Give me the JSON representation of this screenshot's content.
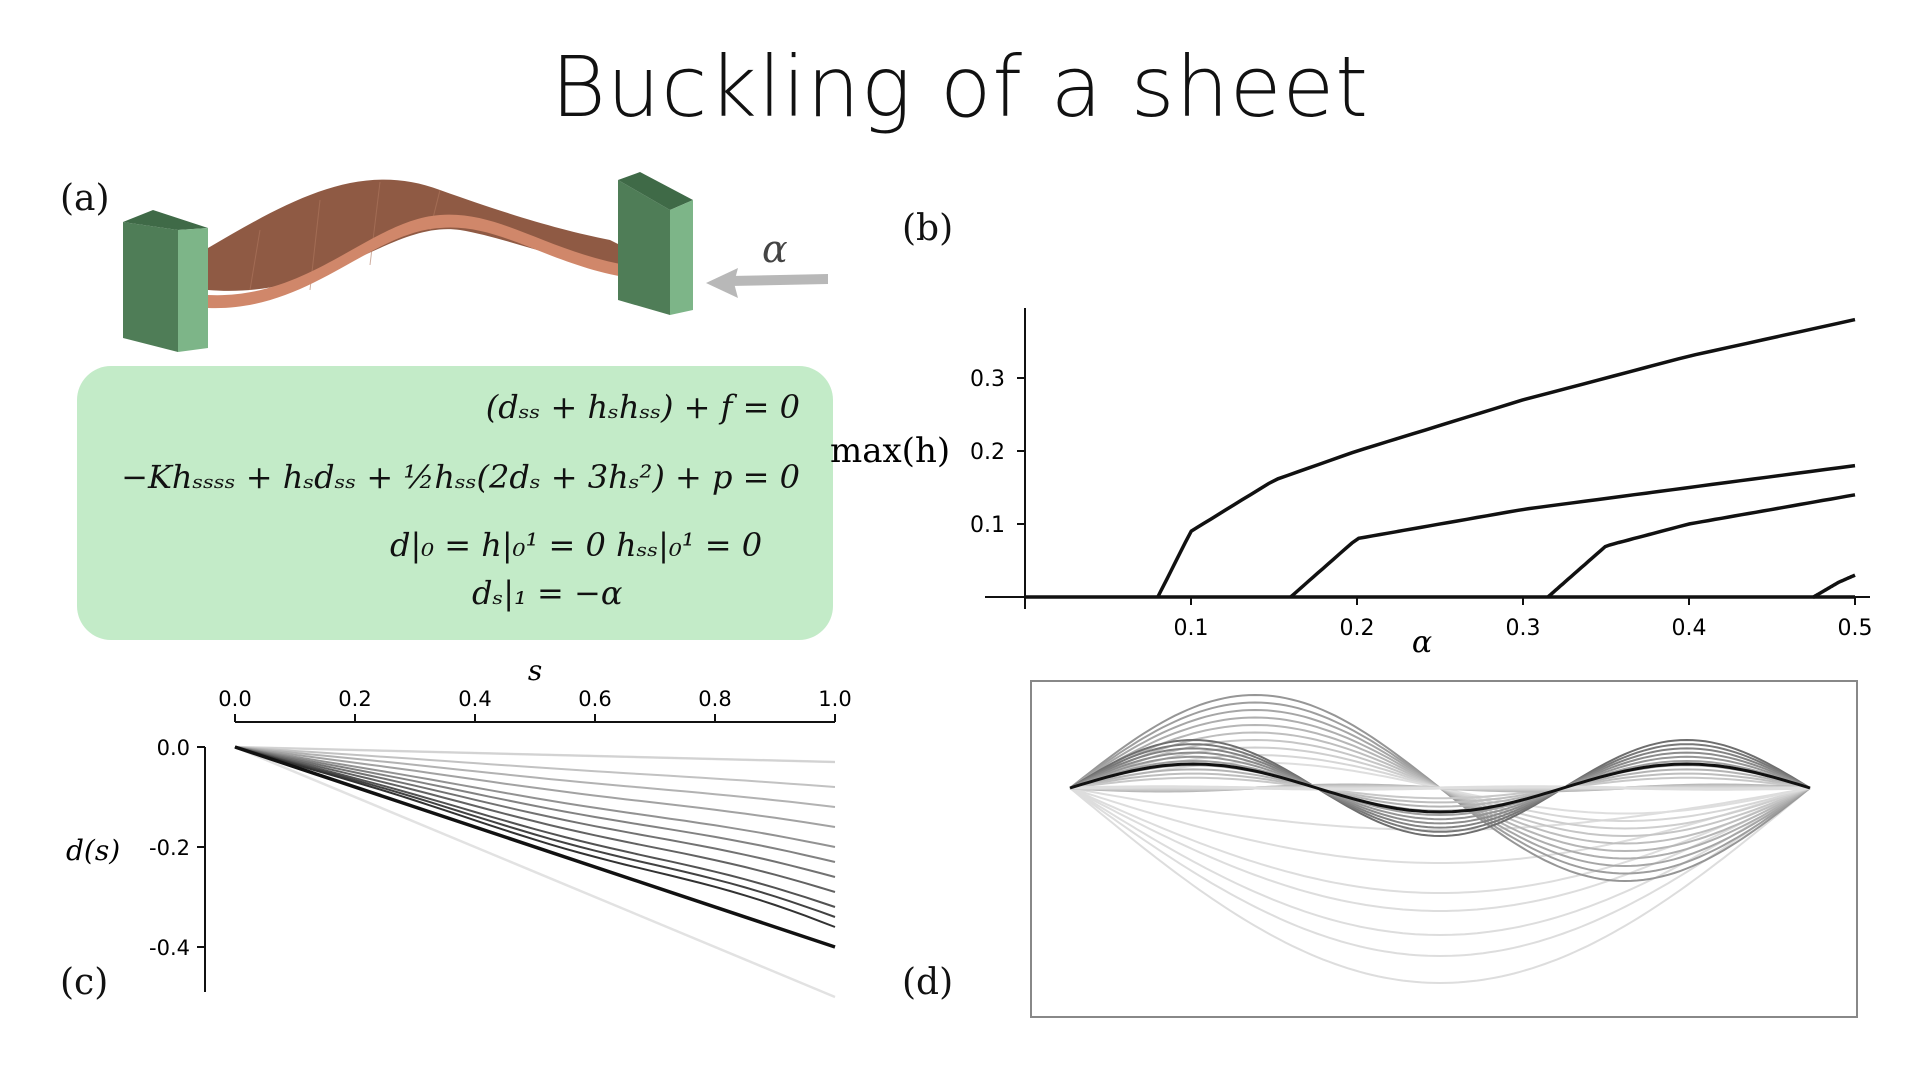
{
  "title": "Buckling of a sheet",
  "panels": {
    "a": "(a)",
    "b": "(b)",
    "c": "(c)",
    "d": "(d)"
  },
  "sheet_label": "α",
  "equations": {
    "line1": "(dₛₛ + hₛhₛₛ) + f = 0",
    "line2": "−Khₛₛₛₛ + hₛdₛₛ + ½hₛₛ(2dₛ + 3hₛ²) + p = 0",
    "line3": "d|₀ = h|₀¹ = 0   hₛₛ|₀¹ = 0",
    "line4": "dₛ|₁ = −α"
  },
  "chart_data": [
    {
      "type": "line",
      "panel": "(b)",
      "xlabel": "α",
      "ylabel": "max(h)",
      "xlim": [
        0,
        0.5
      ],
      "ylim": [
        0,
        0.4
      ],
      "xticks": [
        "0.1",
        "0.2",
        "0.3",
        "0.4",
        "0.5"
      ],
      "yticks": [
        "0.1",
        "0.2",
        "0.3"
      ],
      "series": [
        {
          "alpha_c": 0.0,
          "x": [
            0.0,
            0.5
          ],
          "y": [
            0.0,
            0.0
          ]
        },
        {
          "alpha_c": 0.08,
          "x": [
            0.08,
            0.1,
            0.15,
            0.2,
            0.3,
            0.4,
            0.5
          ],
          "y": [
            0.0,
            0.09,
            0.16,
            0.2,
            0.27,
            0.33,
            0.38
          ]
        },
        {
          "alpha_c": 0.16,
          "x": [
            0.16,
            0.2,
            0.3,
            0.4,
            0.5
          ],
          "y": [
            0.0,
            0.08,
            0.12,
            0.15,
            0.18
          ]
        },
        {
          "alpha_c": 0.315,
          "x": [
            0.315,
            0.35,
            0.4,
            0.45,
            0.5
          ],
          "y": [
            0.0,
            0.07,
            0.1,
            0.12,
            0.14
          ]
        },
        {
          "alpha_c": 0.475,
          "x": [
            0.475,
            0.49,
            0.5
          ],
          "y": [
            0.0,
            0.02,
            0.03
          ]
        }
      ]
    },
    {
      "type": "line",
      "panel": "(c)",
      "xlabel": "s",
      "ylabel": "d(s)",
      "xlim": [
        0,
        1
      ],
      "ylim": [
        -0.5,
        0
      ],
      "xticks": [
        "0.0",
        "0.2",
        "0.4",
        "0.6",
        "0.8",
        "1.0"
      ],
      "yticks": [
        "0.0",
        "-0.2",
        "-0.4"
      ],
      "highlight_endpoint": -0.4,
      "family_endpoints": [
        -0.03,
        -0.08,
        -0.12,
        -0.16,
        -0.2,
        -0.23,
        -0.26,
        -0.29,
        -0.32,
        -0.34,
        -0.36
      ],
      "light_endpoints": [
        -0.03,
        -0.5
      ]
    },
    {
      "type": "line",
      "panel": "(d)",
      "description_free": true,
      "mode_amplitudes": [
        0.78,
        0.28,
        -0.14,
        -0.43
      ]
    }
  ],
  "colors": {
    "eq_bg": "#c3ebc8",
    "clamp_dark": "#4f7d57",
    "clamp_light": "#7db588",
    "sheet_top": "#8f5a44",
    "sheet_edge": "#d0876a"
  }
}
